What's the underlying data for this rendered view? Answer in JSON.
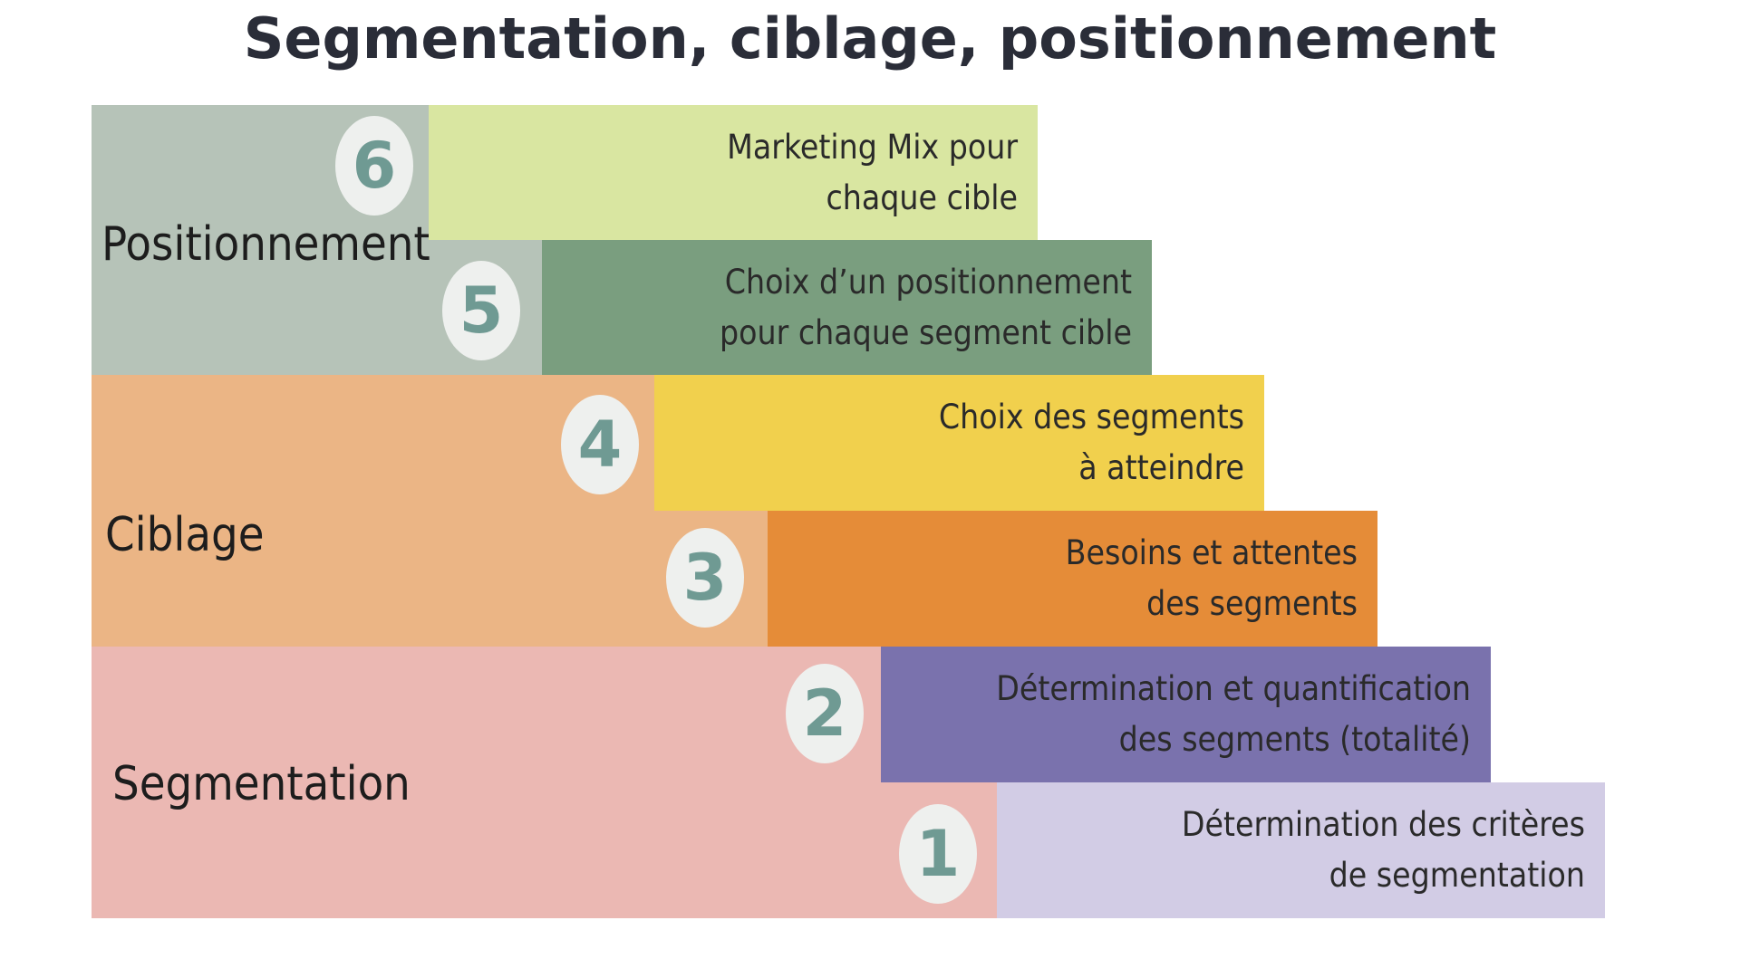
{
  "title": "Segmentation, ciblage, positionnement",
  "phases": [
    {
      "label": "Positionnement",
      "color": "#b6c3b8"
    },
    {
      "label": "Ciblage",
      "color": "#ebb585"
    },
    {
      "label": "Segmentation",
      "color": "#ebb8b3"
    }
  ],
  "steps": [
    {
      "number": "1",
      "text": "Détermination des critères\nde segmentation",
      "color": "#d2cce5"
    },
    {
      "number": "2",
      "text": "Détermination et quantification\ndes segments (totalité)",
      "color": "#7a72ad"
    },
    {
      "number": "3",
      "text": "Besoins et attentes\ndes segments",
      "color": "#e58c38"
    },
    {
      "number": "4",
      "text": "Choix des segments\nà atteindre",
      "color": "#f1d04d"
    },
    {
      "number": "5",
      "text": "Choix d’un positionnement\npour chaque segment cible",
      "color": "#7a9e7f"
    },
    {
      "number": "6",
      "text": "Marketing Mix pour\nchaque cible",
      "color": "#d9e6a1"
    }
  ]
}
